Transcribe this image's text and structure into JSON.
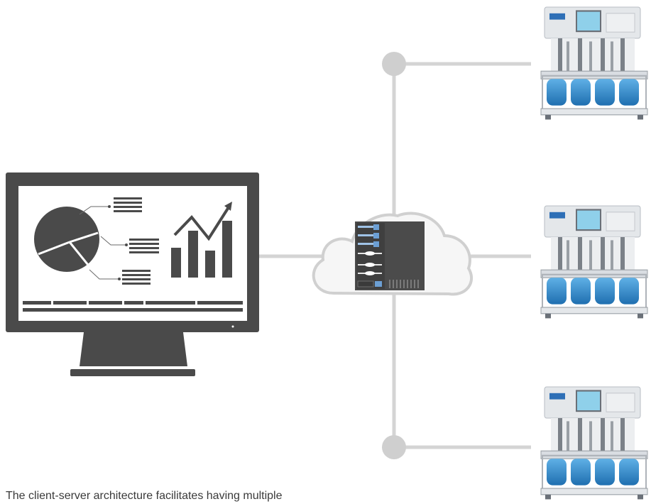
{
  "caption": "The client-server architecture facilitates having multiple",
  "colors": {
    "monitor": "#4a4a4a",
    "screen": "#ffffff",
    "connector": "#d4d4d4",
    "node": "#cfcfcf",
    "cloud_fill": "#f6f6f6",
    "cloud_stroke": "#d0d0d0",
    "server": "#4b4b4b",
    "server_accent": "#6c9fd4",
    "liquid": "#2f86c6",
    "instrument_frame": "#d9dde2"
  },
  "icons": {
    "computer": "monitor-with-dashboard-icon",
    "cloud": "cloud-icon",
    "server": "server-rack-icon",
    "instrument": "dissolution-tester-icon"
  },
  "instruments": [
    {
      "id": "instrument-1"
    },
    {
      "id": "instrument-2"
    },
    {
      "id": "instrument-3"
    }
  ]
}
